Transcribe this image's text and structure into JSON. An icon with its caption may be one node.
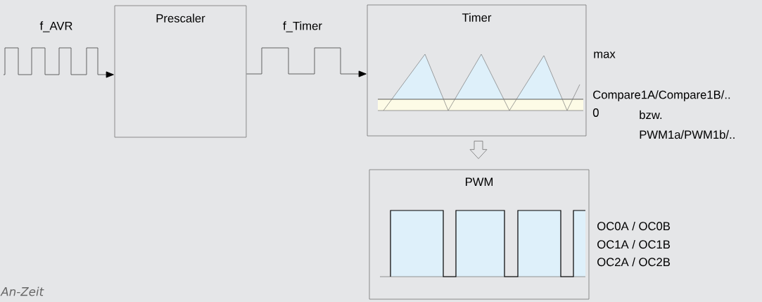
{
  "diagram": {
    "caption": "An-Zeit",
    "nodes": [
      {
        "text": [
          "Prescaler"
        ]
      },
      {
        "text": [
          "Timer"
        ]
      },
      {
        "text": [
          "PWM"
        ]
      }
    ],
    "edges": [
      {
        "from": null,
        "to": 0,
        "arrow": "to",
        "label": "f_AVR"
      },
      {
        "from": 0,
        "to": 1,
        "arrow": "to",
        "label": "f_Timer"
      },
      {
        "from": 1,
        "to": 2,
        "arrow": "to"
      }
    ],
    "labels": [
      "max",
      "Compare1A/Compare1B/..",
      "0",
      "bzw.",
      "PWM1a/PWM1b/..",
      "OC0A / OC0B",
      "OC1A / OC1B",
      "OC2A / OC2B"
    ]
  }
}
